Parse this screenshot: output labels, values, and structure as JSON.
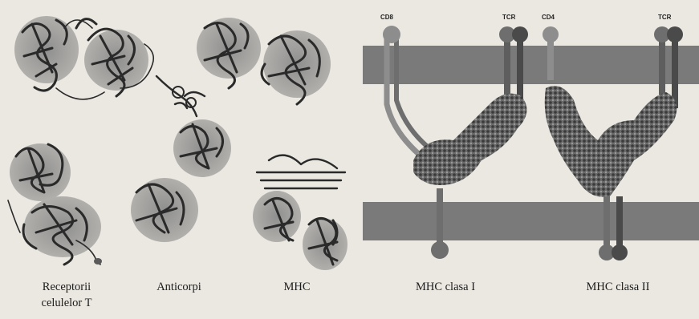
{
  "figure": {
    "captions": {
      "tcr": [
        "Receptorii",
        "celulelor T"
      ],
      "antibodies": "Anticorpi",
      "mhc": "MHC",
      "mhc_class_1": "MHC clasa I",
      "mhc_class_2": "MHC clasa II"
    },
    "molecule_labels": {
      "left_coreceptor": "CD8",
      "left_receptor": "TCR",
      "right_coreceptor": "CD4",
      "right_receptor": "TCR"
    },
    "colors": {
      "background": "#ebe8e1",
      "membrane": "#7a7a7a",
      "domain_shade": "#9c9c9c",
      "ribbon": "#2a2a2a",
      "coreceptor_tail": "#8d8d8d",
      "receptor_tail": "#5a5a5a"
    }
  }
}
